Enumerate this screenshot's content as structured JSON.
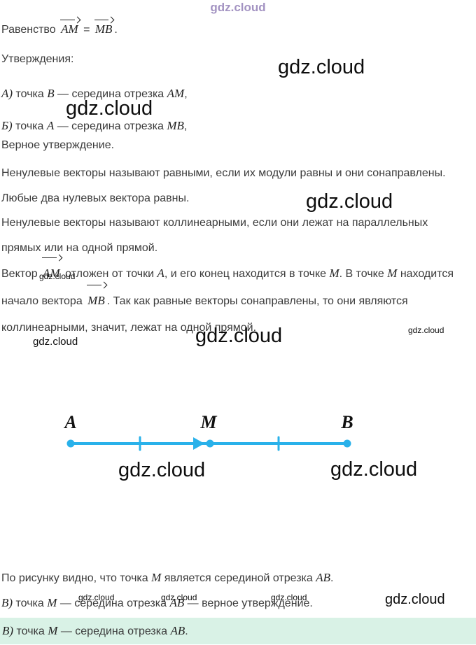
{
  "watermark": "gdz.cloud",
  "doc": {
    "equality": {
      "label": "Равенство ",
      "v1": "AM",
      "eq": " = ",
      "v2": "MB",
      "end": "."
    },
    "statements_title": "Утверждения:",
    "stmt_a": {
      "label": "А)",
      "s1": " точка ",
      "m1": "B",
      "s2": " — середина отрезка ",
      "m2": "AM",
      "end": ","
    },
    "stmt_b": {
      "label": "Б)",
      "s1": " точка ",
      "m1": "A",
      "s2": " — середина отрезка ",
      "m2": "MB",
      "end": ","
    },
    "true_statement": "Верное утверждение.",
    "para_equal": "Ненулевые векторы называют равными, если их модули равны и они сонаправлены. Любые два нулевых вектора равны.",
    "para_collinear": "Ненулевые векторы называют коллинеарными, если они лежат на параллельных прямых или на одной прямой.",
    "para_vector": {
      "s1": "Вектор ",
      "v1": "AM",
      "s2": " отложен от точки ",
      "m1": "A",
      "s3": ", и его конец находится в точке ",
      "m2": "M",
      "s4": ". В точке ",
      "m3": "M",
      "s5": " находится начало вектора ",
      "v2": "MB",
      "s6": ". Так как равные векторы сонаправлены, то они являются коллинеарными, значит, лежат на одной прямой."
    },
    "figure": {
      "label_a": "A",
      "label_m": "M",
      "label_b": "B",
      "line_color": "#29b1ea"
    },
    "para_picture": {
      "s1": "По рисунку видно, что точка ",
      "m1": "M",
      "s2": " является серединой отрезка ",
      "m2": "AB",
      "end": "."
    },
    "stmt_v": {
      "label": "В)",
      "s1": " точка ",
      "m1": "M",
      "s2": " — середина отрезка ",
      "m2": "AB",
      "s3": " — верное утверждение."
    },
    "answer": {
      "label": "В)",
      "s1": " точка ",
      "m1": "M",
      "s2": " — середина отрезка ",
      "m2": "AB",
      "end": "."
    },
    "colors": {
      "line": "#29b1ea",
      "highlight": "#d9f2e6",
      "watermark_top": "#a393c2",
      "text": "#3a3a3a"
    }
  }
}
